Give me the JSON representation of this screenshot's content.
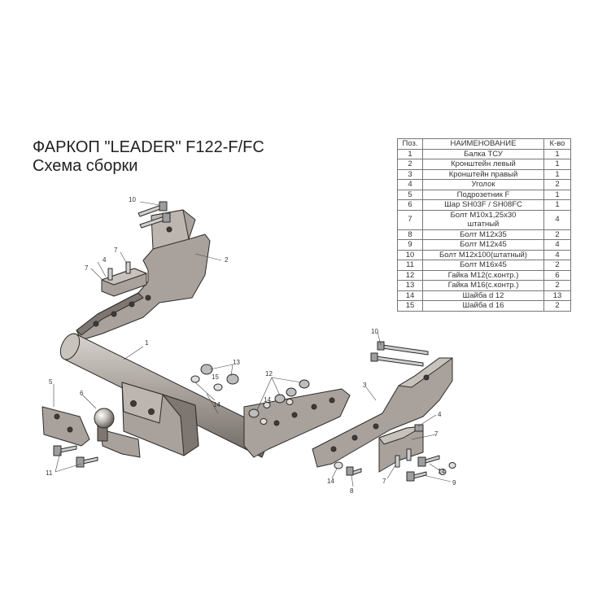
{
  "title": {
    "line1": "ФАРКОП \"LEADER\" F122-F/FC",
    "line2": "Схема сборки"
  },
  "parts_table": {
    "headers": [
      "Поз.",
      "НАИМЕНОВАНИЕ",
      "К-во"
    ],
    "rows": [
      {
        "pos": "1",
        "name": "Балка ТСУ",
        "qty": "1"
      },
      {
        "pos": "2",
        "name": "Кронштейн левый",
        "qty": "1"
      },
      {
        "pos": "3",
        "name": "Кронштейн правый",
        "qty": "1"
      },
      {
        "pos": "4",
        "name": "Уголок",
        "qty": "2"
      },
      {
        "pos": "5",
        "name": "Подрозетник F",
        "qty": "1"
      },
      {
        "pos": "6",
        "name": "Шар SH03F / SH08FC",
        "qty": "1"
      },
      {
        "pos": "7",
        "name": "Болт М10х1,25х30 штатный",
        "qty": "4"
      },
      {
        "pos": "8",
        "name": "Болт М12х35",
        "qty": "2"
      },
      {
        "pos": "9",
        "name": "Болт М12х45",
        "qty": "4"
      },
      {
        "pos": "10",
        "name": "Болт М12х100(штатный)",
        "qty": "4"
      },
      {
        "pos": "11",
        "name": "Болт М16х45",
        "qty": "2"
      },
      {
        "pos": "12",
        "name": "Гайка М12(с.контр.)",
        "qty": "6"
      },
      {
        "pos": "13",
        "name": "Гайка  М16(с.контр.)",
        "qty": "2"
      },
      {
        "pos": "14",
        "name": "Шайба d 12",
        "qty": "13"
      },
      {
        "pos": "15",
        "name": "Шайба d 16",
        "qty": "2"
      }
    ]
  },
  "callouts": {
    "c1": "1",
    "c2": "2",
    "c3": "3",
    "c4a": "4",
    "c4b": "4",
    "c5": "5",
    "c6": "6",
    "c7a": "7",
    "c7b": "7",
    "c7c": "7",
    "c7d": "7",
    "c8": "8",
    "c9": "9",
    "c10a": "10",
    "c10b": "10",
    "c11": "11",
    "c12": "12",
    "c13": "13",
    "c14a": "14",
    "c14b": "14",
    "c14c": "14",
    "c14d": "14",
    "c15": "15"
  },
  "colors": {
    "part_fill": "#a9a29c",
    "part_dark": "#7d7671",
    "stroke": "#2e2b29",
    "bolt_fill": "#cfcfcf"
  }
}
